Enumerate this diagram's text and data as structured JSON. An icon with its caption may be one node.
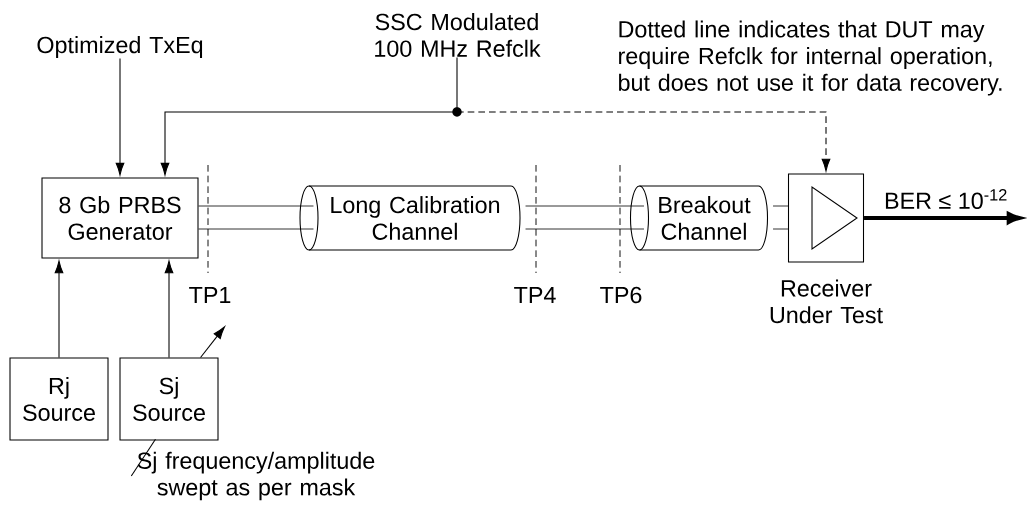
{
  "diagram": {
    "nodes": [
      {
        "text": [
          "Optimized TxEq"
        ]
      },
      {
        "text": [
          "SSC Modulated 100 MHz Refclk"
        ]
      },
      {
        "text": [
          "8 Gb PRBS Generator"
        ]
      },
      {
        "text": [
          "Long Calibration Channel"
        ]
      },
      {
        "text": [
          "Breakout Channel"
        ]
      },
      {
        "text": [
          "Receiver Under Test"
        ]
      },
      {
        "text": [
          "Rj Source"
        ]
      },
      {
        "text": [
          "Sj Source"
        ]
      },
      {
        "text": [
          "Sj frequency/amplitude swept as per mask"
        ]
      }
    ],
    "edges": [
      {
        "from": 0,
        "to": 2,
        "arrow": "to"
      },
      {
        "from": 1,
        "to": 2,
        "arrow": "to"
      },
      {
        "from": 1,
        "to": 5,
        "arrow": "to",
        "style": "dashed"
      },
      {
        "from": 2,
        "to": 3,
        "arrow": "none"
      },
      {
        "from": 2,
        "to": 3,
        "arrow": "none"
      },
      {
        "from": 3,
        "to": 4,
        "arrow": "none"
      },
      {
        "from": 3,
        "to": 4,
        "arrow": "none"
      },
      {
        "from": 4,
        "to": 5,
        "arrow": "none"
      },
      {
        "from": 4,
        "to": 5,
        "arrow": "none"
      },
      {
        "from": 5,
        "to": null,
        "arrow": "to",
        "style": "thick",
        "label": "BER ≤ 10$^{-12}$"
      },
      {
        "from": 6,
        "to": 2,
        "arrow": "to"
      },
      {
        "from": 7,
        "to": 2,
        "arrow": "to"
      },
      {
        "from": 7,
        "to": null,
        "arrow": "to"
      },
      {
        "from": 8,
        "to": 7,
        "arrow": "none"
      }
    ],
    "labels": [
      "Dotted line indicates that DUT may require Refclk for internal operation, but does not use it for data recovery.",
      "TP1",
      "TP4",
      "TP6"
    ]
  }
}
